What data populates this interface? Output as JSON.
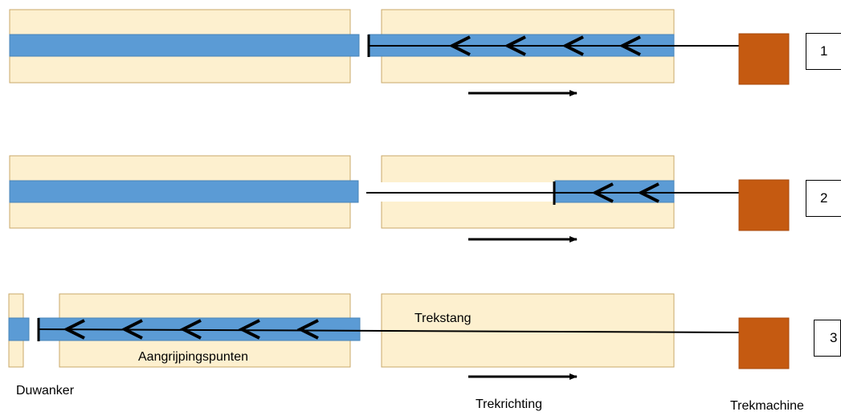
{
  "colors": {
    "soil": "#fdf0cf",
    "soil_border": "#c9a86a",
    "pipe": "#5b9bd5",
    "pipe_border": "#4a84b8",
    "machine": "#c55a11",
    "line": "#000000"
  },
  "steps": [
    {
      "number": "1"
    },
    {
      "number": "2"
    },
    {
      "number": "3"
    }
  ],
  "labels": {
    "trekstang": "Trekstang",
    "aangrijpingspunten": "Aangrijpingspunten",
    "duwanker": "Duwanker",
    "trekrichting": "Trekrichting",
    "trekmachine": "Trekmachine"
  }
}
